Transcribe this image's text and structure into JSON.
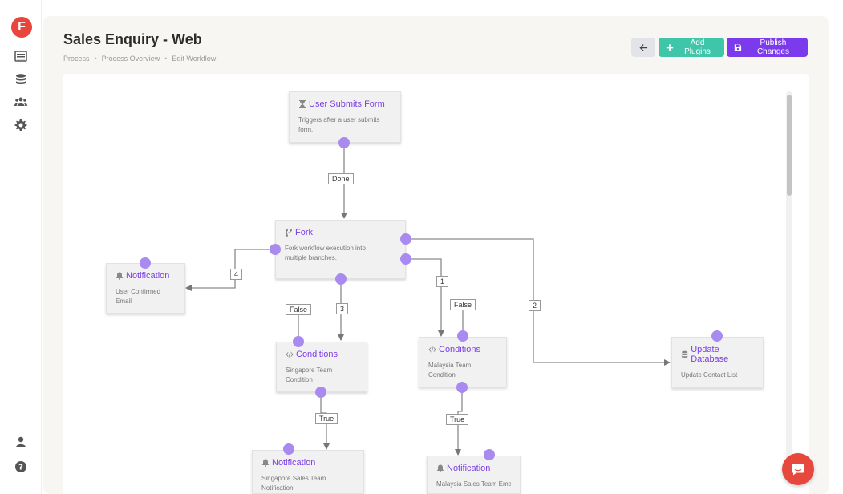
{
  "app": {
    "logo_letter": "F",
    "brand_color": "#e8453c"
  },
  "sidebar": {
    "items": [
      {
        "name": "list-icon"
      },
      {
        "name": "database-icon"
      },
      {
        "name": "users-icon"
      },
      {
        "name": "gear-icon"
      },
      {
        "name": "user-icon"
      },
      {
        "name": "help-icon"
      }
    ]
  },
  "header": {
    "title": "Sales Enquiry - Web",
    "breadcrumb": [
      "Process",
      "Process Overview",
      "Edit Workflow"
    ]
  },
  "toolbar": {
    "add_plugins_label": "Add Plugins",
    "publish_label": "Publish Changes",
    "accent_teal": "#3fc5a7",
    "accent_purple": "#7c3aed"
  },
  "workflow": {
    "nodes": {
      "trigger": {
        "title": "User Submits Form",
        "desc": "Triggers after a user submits form.",
        "icon": "hourglass-icon"
      },
      "fork": {
        "title": "Fork",
        "desc": "Fork workflow execution into multiple branches.",
        "icon": "fork-icon"
      },
      "notif_confirmed": {
        "title": "Notification",
        "desc": "User Confirmed Email",
        "icon": "bell-icon"
      },
      "cond_sg": {
        "title": "Conditions",
        "desc": "Singapore Team Condition",
        "icon": "code-icon"
      },
      "cond_my": {
        "title": "Conditions",
        "desc": "Malaysia Team Condition",
        "icon": "code-icon"
      },
      "update_db": {
        "title": "Update Database",
        "desc": "Update Contact List",
        "icon": "database-icon"
      },
      "notif_sg": {
        "title": "Notification",
        "desc": "Singapore Sales Team Notification",
        "icon": "bell-icon"
      },
      "notif_my": {
        "title": "Notification",
        "desc": "Malaysia Sales Team Email",
        "icon": "bell-icon"
      }
    },
    "edge_labels": {
      "done": "Done",
      "branch1": "1",
      "branch2": "2",
      "branch3": "3",
      "branch4": "4",
      "false_sg": "False",
      "false_my": "False",
      "true_sg": "True",
      "true_my": "True"
    },
    "port_color": "#a98bf0"
  },
  "chat": {
    "icon": "chat-icon"
  }
}
